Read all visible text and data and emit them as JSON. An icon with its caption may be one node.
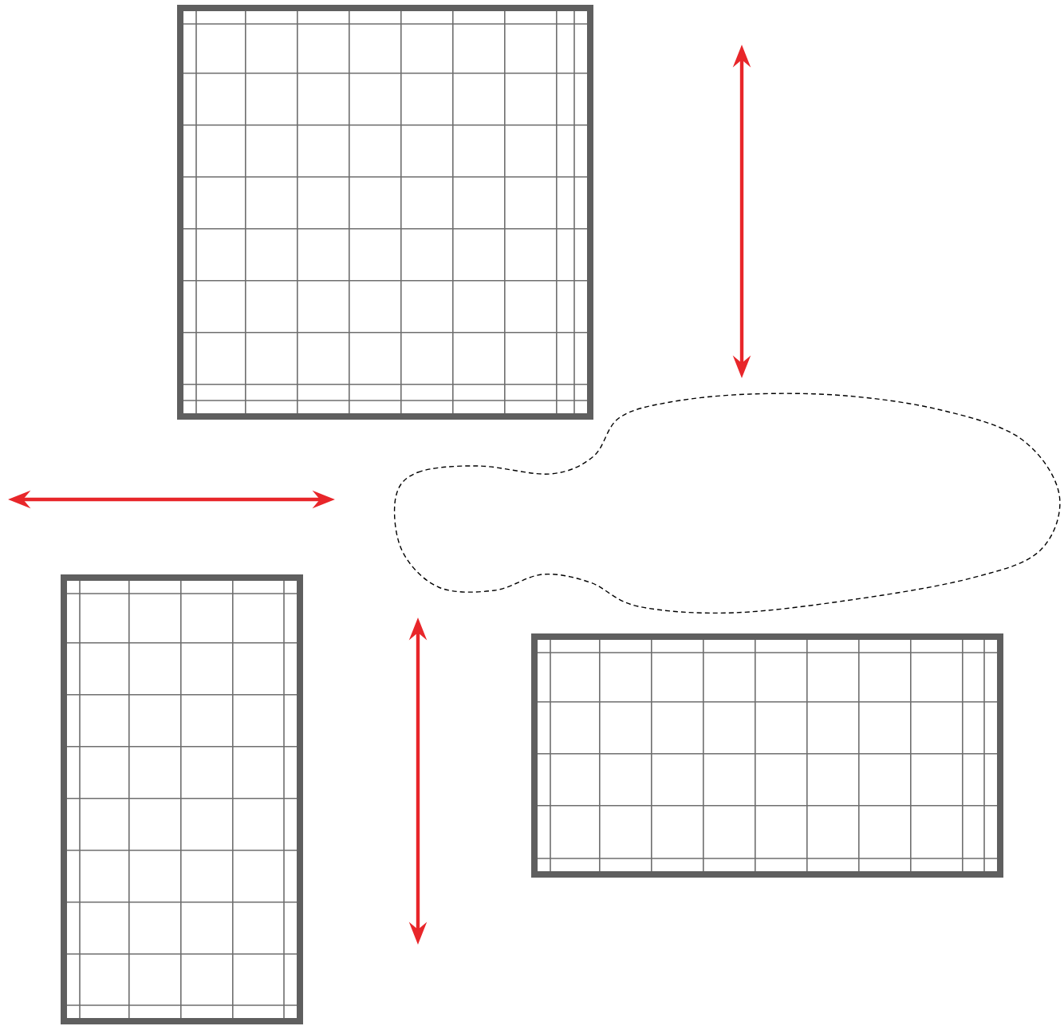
{
  "diagram": {
    "nodes": [
      {
        "text": [],
        "shape": "grid"
      },
      {
        "text": [],
        "shape": "cloud"
      },
      {
        "text": [],
        "shape": "grid"
      },
      {
        "text": [],
        "shape": "grid"
      }
    ]
  }
}
